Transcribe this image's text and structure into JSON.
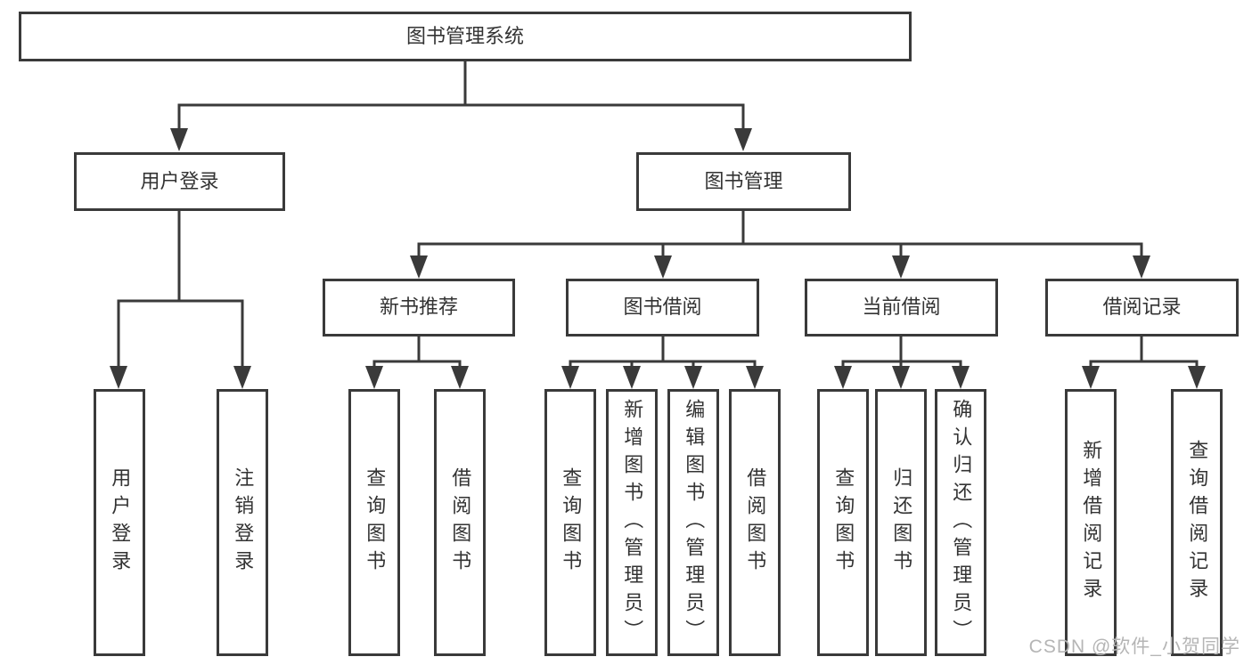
{
  "tree": {
    "root": {
      "label": "图书管理系统"
    },
    "children": [
      {
        "label": "用户登录",
        "children": [
          {
            "label": "用户登录"
          },
          {
            "label": "注销登录"
          }
        ]
      },
      {
        "label": "图书管理",
        "children": [
          {
            "label": "新书推荐",
            "children": [
              {
                "label": "查询图书"
              },
              {
                "label": "借阅图书"
              }
            ]
          },
          {
            "label": "图书借阅",
            "children": [
              {
                "label": "查询图书"
              },
              {
                "label": "新增图书（管理员）"
              },
              {
                "label": "编辑图书（管理员）"
              },
              {
                "label": "借阅图书"
              }
            ]
          },
          {
            "label": "当前借阅",
            "children": [
              {
                "label": "查询图书"
              },
              {
                "label": "归还图书"
              },
              {
                "label": "确认归还（管理员）"
              }
            ]
          },
          {
            "label": "借阅记录",
            "children": [
              {
                "label": "新增借阅记录"
              },
              {
                "label": "查询借阅记录"
              }
            ]
          }
        ]
      }
    ]
  },
  "watermark": {
    "text": "CSDN @软件_小贺同学"
  },
  "colors": {
    "line": "#3a3a3a",
    "box_border": "#3a3a3a",
    "text": "#333333",
    "watermark": "#b5b5b5",
    "background": "#ffffff"
  }
}
